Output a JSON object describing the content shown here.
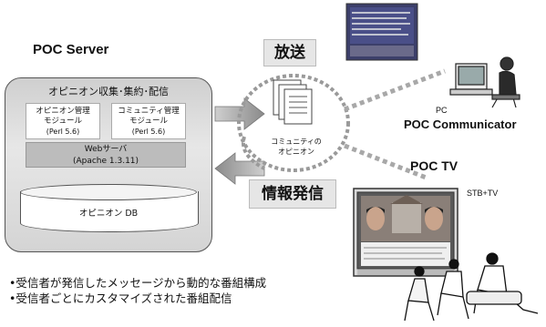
{
  "server": {
    "title": "POC Server",
    "heading": "オピニオン収集･集約･配信",
    "module1": {
      "line1": "オピニオン管理",
      "line2": "モジュール",
      "version": "(Perl 5.6)"
    },
    "module2": {
      "line1": "コミュニティ管理",
      "line2": "モジュール",
      "version": "(Perl 5.6)"
    },
    "web": {
      "line1": "Webサーバ",
      "line2": "(Apache 1.3.11)"
    },
    "db": "オピニオン DB"
  },
  "center": {
    "line1": "コミュニティの",
    "line2": "オピニオン"
  },
  "labels": {
    "broadcast": "放送",
    "info_send": "情報発信"
  },
  "pc": {
    "label": "PC",
    "title": "POC Communicator"
  },
  "tv": {
    "title": "POC TV",
    "stb": "STB+TV"
  },
  "bullets": [
    "•受信者が発信したメッセージから動的な番組構成",
    "•受信者ごとにカスタマイズされた番組配信"
  ]
}
